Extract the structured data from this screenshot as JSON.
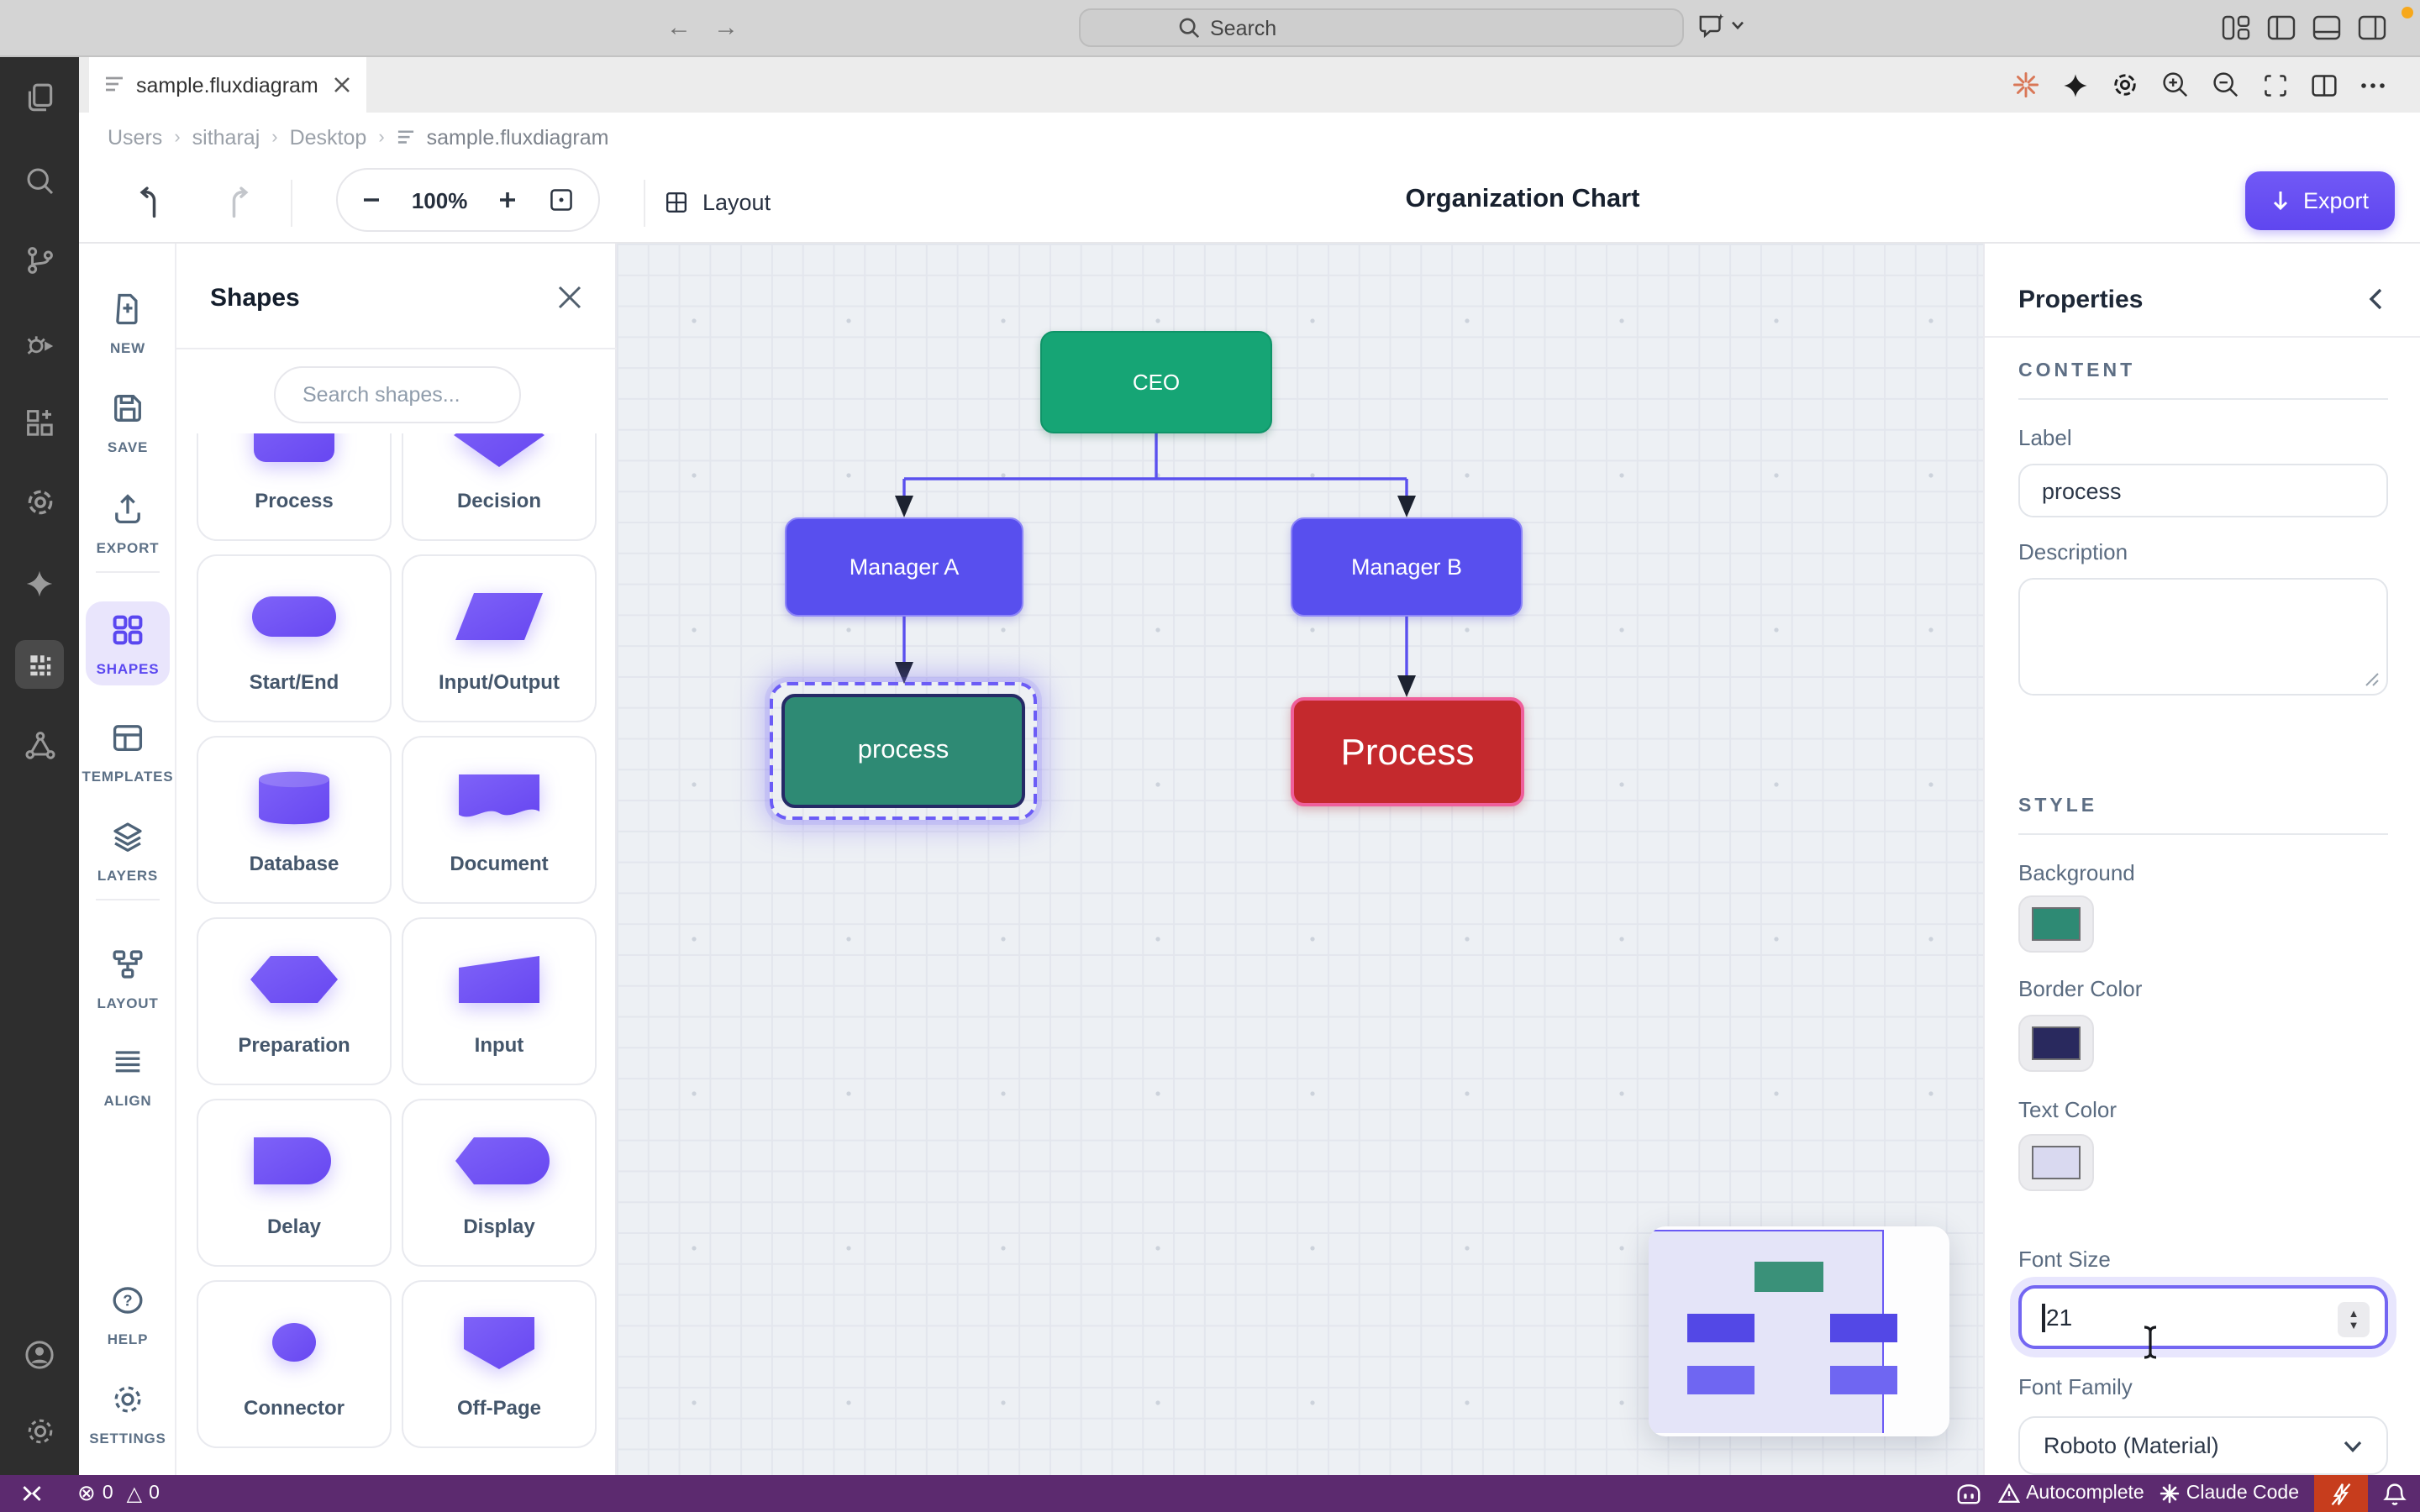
{
  "window": {
    "search_placeholder": "Search",
    "tab_title": "sample.fluxdiagram",
    "breadcrumb": [
      "Users",
      "sitharaj",
      "Desktop",
      "sample.fluxdiagram"
    ]
  },
  "toolbar": {
    "zoom_level": "100%",
    "layout_label": "Layout",
    "doc_title": "Organization Chart",
    "export_label": "Export"
  },
  "sidebar": {
    "items": [
      {
        "label": "NEW"
      },
      {
        "label": "SAVE"
      },
      {
        "label": "EXPORT"
      },
      {
        "label": "SHAPES"
      },
      {
        "label": "TEMPLATES"
      },
      {
        "label": "LAYERS"
      },
      {
        "label": "LAYOUT"
      },
      {
        "label": "ALIGN"
      },
      {
        "label": "HELP"
      },
      {
        "label": "SETTINGS"
      }
    ]
  },
  "shapes_panel": {
    "title": "Shapes",
    "search_placeholder": "Search shapes...",
    "items": [
      {
        "label": "Process"
      },
      {
        "label": "Decision"
      },
      {
        "label": "Start/End"
      },
      {
        "label": "Input/Output"
      },
      {
        "label": "Database"
      },
      {
        "label": "Document"
      },
      {
        "label": "Preparation"
      },
      {
        "label": "Input"
      },
      {
        "label": "Delay"
      },
      {
        "label": "Display"
      },
      {
        "label": "Connector"
      },
      {
        "label": "Off-Page"
      }
    ]
  },
  "diagram": {
    "nodes": [
      {
        "label": "CEO",
        "fill": "#16a575"
      },
      {
        "label": "Manager A",
        "fill": "#584fee"
      },
      {
        "label": "Manager B",
        "fill": "#584fee"
      },
      {
        "label": "process",
        "fill": "#2e8a74",
        "selected": true
      },
      {
        "label": "Process",
        "fill": "#c4292d"
      }
    ],
    "edge_color": "#5a50ee"
  },
  "properties": {
    "title": "Properties",
    "content_section": "CONTENT",
    "label_label": "Label",
    "label_value": "process",
    "description_label": "Description",
    "style_section": "STYLE",
    "background_label": "Background",
    "background_color": "#2e8a74",
    "border_color_label": "Border Color",
    "border_color": "#29295e",
    "text_color_label": "Text Color",
    "text_color": "#d9d9f0",
    "font_size_label": "Font Size",
    "font_size_value": "21",
    "font_family_label": "Font Family",
    "font_family_value": "Roboto (Material)"
  },
  "statusbar": {
    "error_count": "0",
    "warning_count": "0",
    "autocomplete_label": "Autocomplete",
    "claude_label": "Claude Code"
  },
  "colors": {
    "accent": "#6455f0",
    "shape_purple": "#7159f5",
    "status_bar": "#5c2a6f",
    "claude_orange": "#d97757",
    "alert_box": "#c73d1d",
    "titlebar": "#d4d4d4"
  }
}
